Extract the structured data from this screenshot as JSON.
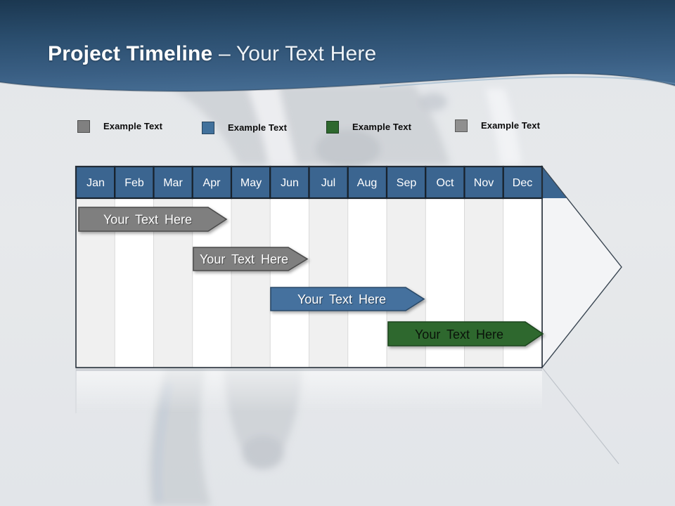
{
  "header": {
    "title_bold": "Project Timeline",
    "title_rest": "– Your Text Here"
  },
  "legend": {
    "items": [
      {
        "label": "Example Text",
        "color": "#808080"
      },
      {
        "label": "Example Text",
        "color": "#41719c"
      },
      {
        "label": "Example Text",
        "color": "#2e682e"
      },
      {
        "label": "Example Text",
        "color": "#8f8f8f"
      }
    ]
  },
  "chart_data": {
    "type": "bar",
    "subtype": "gantt-timeline",
    "title": "Project Timeline – Your Text Here",
    "categories": [
      "Jan",
      "Feb",
      "Mar",
      "Apr",
      "May",
      "Jun",
      "Jul",
      "Aug",
      "Sep",
      "Oct",
      "Nov",
      "Dec"
    ],
    "legend_position": "top",
    "legend_entries": [
      "Example Text",
      "Example Text",
      "Example Text",
      "Example Text"
    ],
    "bars": [
      {
        "row": 1,
        "label": "Your Text Here",
        "color": "#7f7f7f",
        "start": "Jan",
        "end": "Apr"
      },
      {
        "row": 2,
        "label": "Your Text Here",
        "color": "#7f7f7f",
        "start": "Apr",
        "end": "Jun"
      },
      {
        "row": 3,
        "label": "Your Text Here",
        "color": "#44719e",
        "start": "Jun",
        "end": "Sep"
      },
      {
        "row": 4,
        "label": "Your Text Here",
        "color": "#2e682e",
        "start": "Sep",
        "end": "Dec"
      }
    ],
    "grid": "monthly columns, alternating shading",
    "axis_header_color": "#3b6590"
  },
  "colors": {
    "title_color": "#ffffff",
    "band_top": "#1b3750",
    "band_bottom": "#446b91",
    "month_header": "#3b6590",
    "stripe_gray": "#f0f0f0",
    "arrow_fill": "#f3f4f6",
    "arrow_border": "#3a4652",
    "bar_gray": "#7f7f7f",
    "bar_gray_border": "#4c4c4c",
    "bar_blue": "#44719e",
    "bar_blue_border": "#2a4a68",
    "bar_green": "#2e682e",
    "bar_green_border": "#1d451f",
    "legend_1": "#808080",
    "legend_2": "#41719c",
    "legend_3": "#2e682e",
    "legend_4": "#8f8f8f"
  }
}
